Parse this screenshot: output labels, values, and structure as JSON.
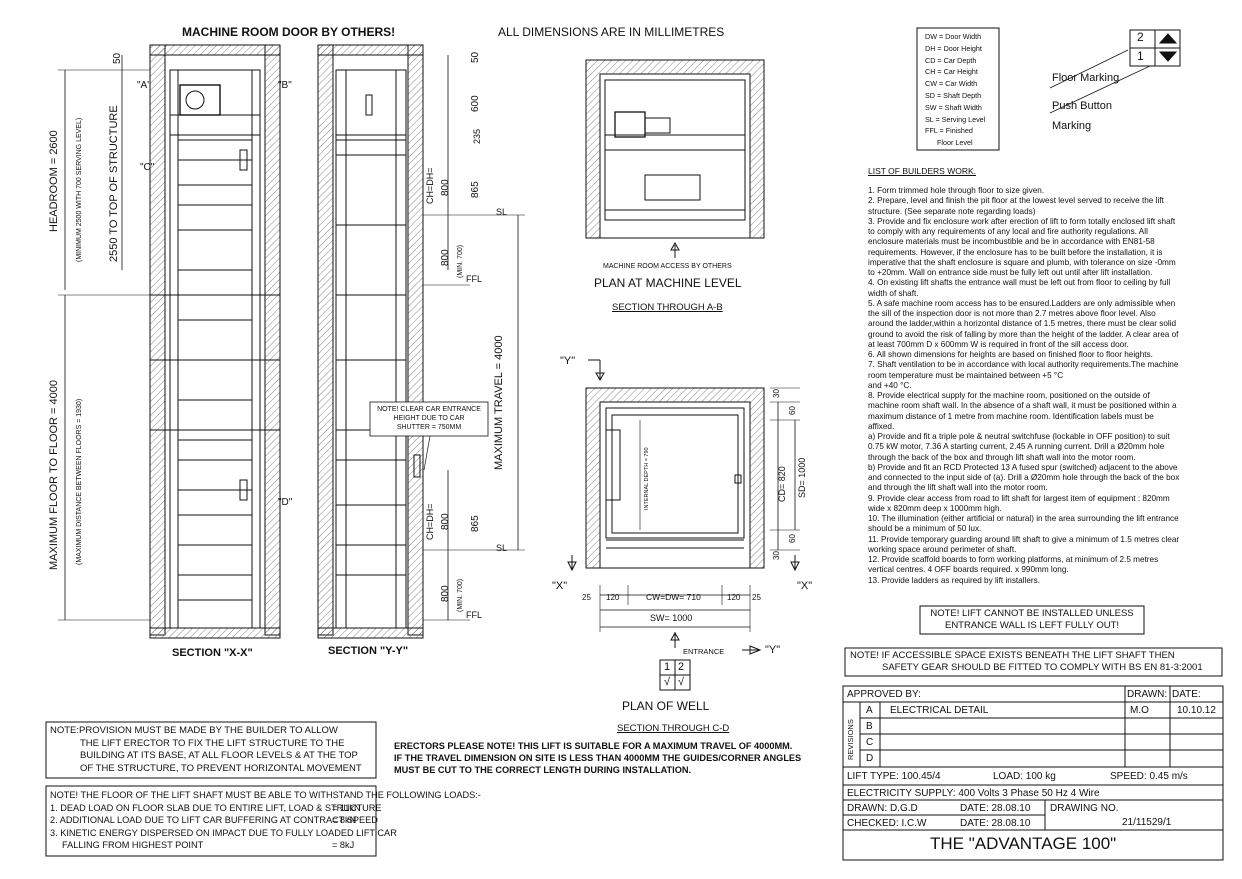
{
  "headings": {
    "machine_room_door": "MACHINE ROOM DOOR BY OTHERS!",
    "all_dims": "ALL DIMENSIONS ARE IN MILLIMETRES"
  },
  "section_xx": {
    "title": "SECTION \"X-X\"",
    "headroom": "HEADROOM = 2600",
    "headroom_min": "(MINIMUM 2500 WITH 700 SERVING LEVEL)",
    "to_top": "2550 TO TOP OF STRUCTURE",
    "max_floor": "MAXIMUM FLOOR TO FLOOR = 4000",
    "max_floor_min": "(MAXIMUM DISTANCE BETWEEN FLOORS = 1930)",
    "dim_top": "50",
    "mark_a": "\"A\"",
    "mark_b": "\"B\"",
    "mark_c": "\"C\"",
    "mark_d": "\"D\""
  },
  "section_yy": {
    "title": "SECTION \"Y-Y\"",
    "dim_50": "50",
    "dim_600": "600",
    "dim_235": "235",
    "dim_ch1": "CH=DH=",
    "dim_800a": "800",
    "dim_865a": "865",
    "dim_800b": "800",
    "min700": "(MIN. 700)",
    "sl": "SL",
    "ffl": "FFL",
    "max_travel": "MAXIMUM TRAVEL = 4000",
    "note_clear": [
      "NOTE! CLEAR CAR ENTRANCE",
      "HEIGHT DUE TO CAR",
      "SHUTTER = 750MM"
    ],
    "dim_ch2": "CH=DH=",
    "dim_800c": "800",
    "dim_865b": "865",
    "dim_800d": "800",
    "min700b": "(MIN. 700)",
    "sl2": "SL",
    "ffl2": "FFL"
  },
  "plan_machine": {
    "access": "MACHINE ROOM ACCESS BY OTHERS",
    "title": "PLAN AT MACHINE LEVEL",
    "subtitle": "SECTION THROUGH A-B"
  },
  "plan_well": {
    "y_mark": "\"Y\"",
    "x_mark": "\"X\"",
    "internal_depth": "INTERNAL DEPTH = 790",
    "dim_30a": "30",
    "dim_60a": "60",
    "cd": "CD= 820",
    "sd": "SD= 1000",
    "dim_60b": "60",
    "dim_30b": "30",
    "w25a": "25",
    "w120a": "120",
    "cw": "CW=DW= 710",
    "w120b": "120",
    "w25b": "25",
    "sw": "SW= 1000",
    "entrance": "ENTRANCE",
    "btn1": "1",
    "btn2": "2",
    "check1": "√",
    "check2": "√",
    "title": "PLAN OF WELL",
    "subtitle": "SECTION THROUGH C-D"
  },
  "legend": [
    "DW  = Door Width",
    "DH  = Door Height",
    "CD  = Car Depth",
    "CH  = Car Height",
    "CW  = Car Width",
    "SD  = Shaft Depth",
    "SW  = Shaft Width",
    "SL  = Serving Level",
    "FFL = Finished",
    "Floor Level"
  ],
  "floor_marking": {
    "n2": "2",
    "n1": "1",
    "floor_label": "Floor Marking",
    "push_label": "Push Button",
    "marking_label": "Marking"
  },
  "builders": {
    "title": "LIST OF BUILDERS WORK.",
    "lines": [
      "1. Form trimmed hole through floor to size given.",
      "2. Prepare, level and finish the pit floor at the lowest level served to receive the lift",
      "structure. (See separate note regarding loads)",
      "3. Provide and fix enclosure work after erection of lift to form totally enclosed lift shaft",
      "to comply with any requirements of any local and fire authority regulations. All",
      "enclosure materials must be incombustible and be in accordance with EN81-58",
      "requirements. However, if the enclosure has to be built before the installation, it is",
      "imperative that the shaft enclosure is square and plumb, with tolerance on size -0mm",
      "to +20mm. Wall on entrance side must be fully left out until after lift installation.",
      "4. On existing lift shafts the entrance wall must be left out from floor to ceiling by full",
      "width of shaft.",
      "5. A safe machine room access has to be ensured.Ladders are only admissible when",
      "the sill of the inspection door is not more than 2.7 metres above floor level. Also",
      "around the ladder,within a horizontal distance of 1.5 metres, there must be clear solid",
      "ground to avoid the risk of falling by more than the height of the ladder. A clear area of",
      "at least 700mm D x 600mm W is required in front of the sill access door.",
      "6. All shown dimensions for heights are based on finished floor to floor heights.",
      "7. Shaft ventilation to be in accordance with local authority requirements.The machine",
      "room temperature must be maintained between +5 °C",
      "and +40 °C.",
      "8. Provide electrical supply for the machine room, positioned on the outside of",
      "machine room shaft wall. In the absence of a shaft wall, it must be positioned within a",
      "maximum distance of 1 metre from machine room. Identification labels must be",
      "affixed.",
      "a) Provide and fit a triple pole & neutral switchfuse  (lockable in OFF position) to suit",
      "0.75 kW motor, 7.36 A starting current, 2.45 A running current. Drill a Ø20mm hole",
      "through the back of the box and through lift shaft wall into the motor room.",
      "b)  Provide and fit an RCD Protected 13 A fused spur (switched) adjacent to the above",
      "and connected to the input side of (a). Drill a Ø20mm hole through the back of the box",
      "and through the lift shaft wall into the motor room.",
      "9. Provide clear access from road to lift shaft for largest item of equipment : 820mm",
      "wide x 820mm deep x 1000mm high.",
      "10. The illumination (either artificial or natural) in the area surrounding the lift entrance",
      "should be a minimum of 50 lux.",
      "11. Provide temporary guarding around lift shaft to give a minimum of 1.5 metres clear",
      "working space around perimeter of shaft.",
      "12. Provide scaffold boards to form working platforms, at minimum of 2.5 metres",
      "vertical centres. 4 OFF boards required. x 990mm long.",
      "13. Provide ladders as required by lift installers."
    ]
  },
  "note_entrance_wall": [
    "NOTE! LIFT CANNOT BE INSTALLED UNLESS",
    "ENTRANCE WALL IS LEFT FULLY OUT!"
  ],
  "note_safety_gear": [
    "NOTE! IF ACCESSIBLE SPACE EXISTS BENEATH THE LIFT SHAFT THEN",
    "SAFETY GEAR SHOULD BE FITTED TO COMPLY WITH BS EN 81-3:2001"
  ],
  "note_provision": [
    "NOTE:PROVISION MUST BE MADE BY THE BUILDER TO ALLOW",
    "THE LIFT ERECTOR TO FIX THE LIFT STRUCTURE TO THE",
    "BUILDING AT ITS BASE, AT ALL FLOOR LEVELS & AT THE TOP",
    "OF THE STRUCTURE, TO PREVENT HORIZONTAL MOVEMENT"
  ],
  "erectors_note": [
    "ERECTORS PLEASE NOTE! THIS LIFT IS SUITABLE FOR A MAXIMUM TRAVEL OF 4000MM.",
    "IF THE TRAVEL DIMENSION ON SITE IS LESS THAN 4000MM THE GUIDES/CORNER ANGLES",
    "MUST BE CUT TO THE CORRECT LENGTH DURING INSTALLATION."
  ],
  "loads_note": {
    "title": "NOTE! THE FLOOR OF THE LIFT SHAFT MUST BE ABLE TO WITHSTAND THE FOLLOWING LOADS:-",
    "items": [
      {
        "text": "1. DEAD LOAD ON FLOOR SLAB DUE TO ENTIRE LIFT, LOAD & STRUCTURE",
        "value": "= 11kN"
      },
      {
        "text": "2. ADDITIONAL LOAD DUE TO LIFT CAR BUFFERING AT CONTRACT SPEED",
        "value": "= 8kN"
      },
      {
        "text": "3. KINETIC ENERGY DISPERSED ON IMPACT DUE TO FULLY LOADED LIFT CAR",
        "value": ""
      },
      {
        "text": "FALLING FROM HIGHEST POINT",
        "value": "= 8kJ"
      }
    ]
  },
  "title_block": {
    "approved_by": "APPROVED BY:",
    "drawn_h": "DRAWN:",
    "date_h": "DATE:",
    "revisions": "REVISIONS",
    "revs": [
      {
        "letter": "A",
        "desc": "ELECTRICAL DETAIL",
        "drawn": "M.O",
        "date": "10.10.12"
      },
      {
        "letter": "B",
        "desc": "",
        "drawn": "",
        "date": ""
      },
      {
        "letter": "C",
        "desc": "",
        "drawn": "",
        "date": ""
      },
      {
        "letter": "D",
        "desc": "",
        "drawn": "",
        "date": ""
      }
    ],
    "lift_type": "LIFT TYPE: 100.45/4",
    "load": "LOAD: 100 kg",
    "speed": "SPEED: 0.45 m/s",
    "electricity": "ELECTRICITY SUPPLY: 400 Volts  3 Phase  50 Hz  4 Wire",
    "drawn": "DRAWN:     D.G.D",
    "drawn_date": "DATE: 28.08.10",
    "checked": "CHECKED:  I.C.W",
    "checked_date": "DATE: 28.08.10",
    "drawing_no_label": "DRAWING NO.",
    "drawing_no": "21/11529/1",
    "title": "THE \"ADVANTAGE 100\""
  },
  "colors": {
    "ink": "#111111",
    "hatch": "#555555",
    "wall": "#d8d8d8"
  }
}
